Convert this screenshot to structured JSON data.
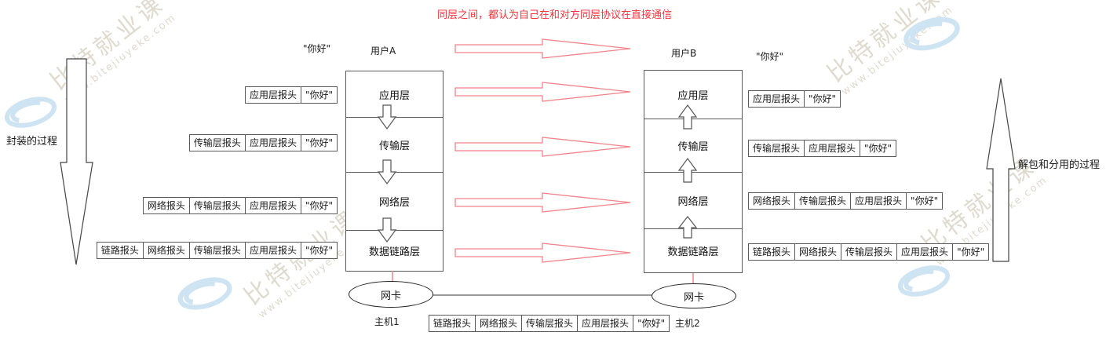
{
  "title_note": "同层之间，都认为自己在和对方同层协议在直接通信",
  "users": {
    "a": "用户A",
    "b": "用户B"
  },
  "hello_top_left": "\"你好\"",
  "hello_top_right": "\"你好\"",
  "process": {
    "left": "封装的过程",
    "right": "解包和分用的过程"
  },
  "stack": {
    "layers": [
      "应用层",
      "传输层",
      "网络层",
      "数据链路层"
    ]
  },
  "left_rows": [
    [
      "应用层报头",
      "\"你好\""
    ],
    [
      "传输层报头",
      "应用层报头",
      "\"你好\""
    ],
    [
      "网络报头",
      "传输层报头",
      "应用层报头",
      "\"你好\""
    ],
    [
      "链路报头",
      "网络报头",
      "传输层报头",
      "应用层报头",
      "\"你好\""
    ]
  ],
  "right_rows": [
    [
      "应用层报头",
      "\"你好\""
    ],
    [
      "传输层报头",
      "应用层报头",
      "\"你好\""
    ],
    [
      "网络报头",
      "传输层报头",
      "应用层报头",
      "\"你好\""
    ],
    [
      "链路报头",
      "网络报头",
      "传输层报头",
      "应用层报头",
      "\"你好\""
    ]
  ],
  "bottom_row": [
    "链路报头",
    "网络报头",
    "传输层报头",
    "应用层报头",
    "\"你好\""
  ],
  "nic": {
    "left": "网卡",
    "right": "网卡"
  },
  "hosts": {
    "left": "主机1",
    "right": "主机2"
  },
  "watermark": {
    "brand": "比特就业课",
    "url": "www.bitejiuyeke.com"
  },
  "colors": {
    "red_text": "#f5333b",
    "red_arrow": "#f0848a",
    "box_border": "#5a5a5a",
    "watermark_text": "#d8d1c2",
    "watermark_logo": "#cfe4f2"
  }
}
